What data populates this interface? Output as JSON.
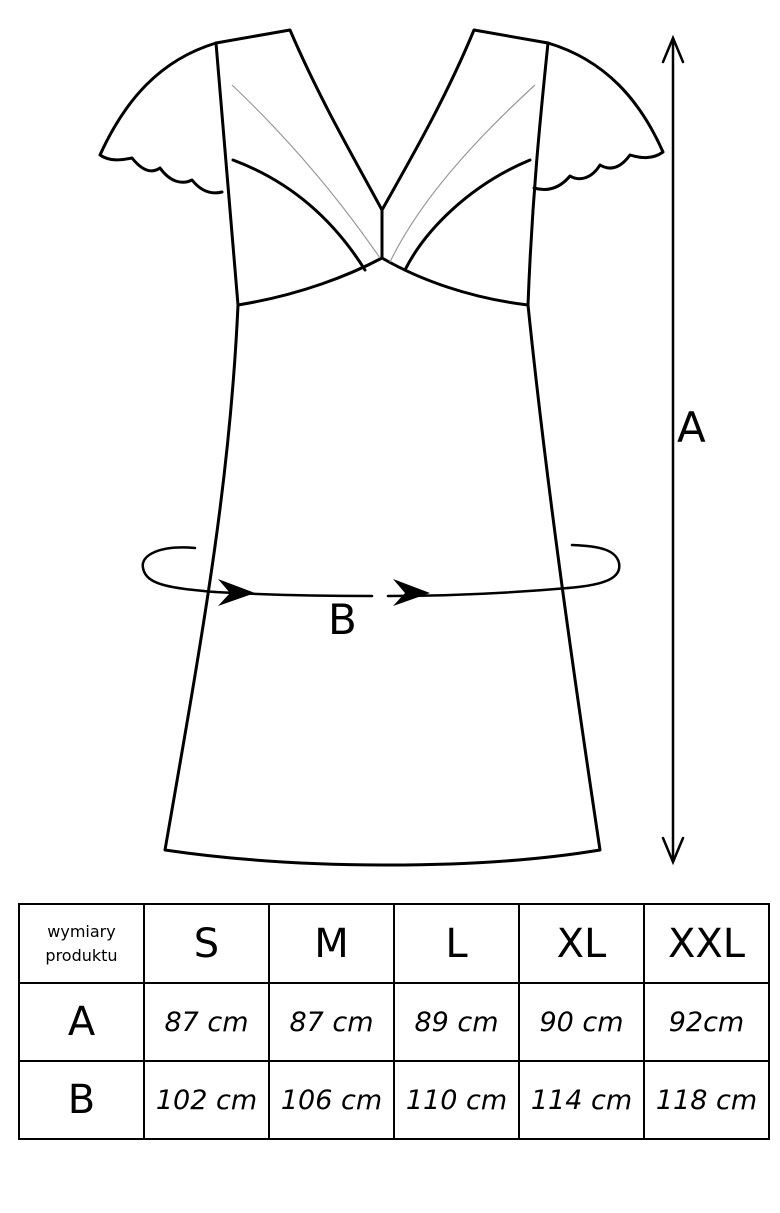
{
  "diagram": {
    "label_a": "A",
    "label_b": "B"
  },
  "table": {
    "corner_label": [
      "wymiary",
      "produktu"
    ],
    "sizes": [
      "S",
      "M",
      "L",
      "XL",
      "XXL"
    ],
    "rows": [
      {
        "label": "A",
        "values": [
          "87 cm",
          "87 cm",
          "89 cm",
          "90 cm",
          "92cm"
        ]
      },
      {
        "label": "B",
        "values": [
          "102 cm",
          "106 cm",
          "110 cm",
          "114 cm",
          "118 cm"
        ]
      }
    ]
  }
}
